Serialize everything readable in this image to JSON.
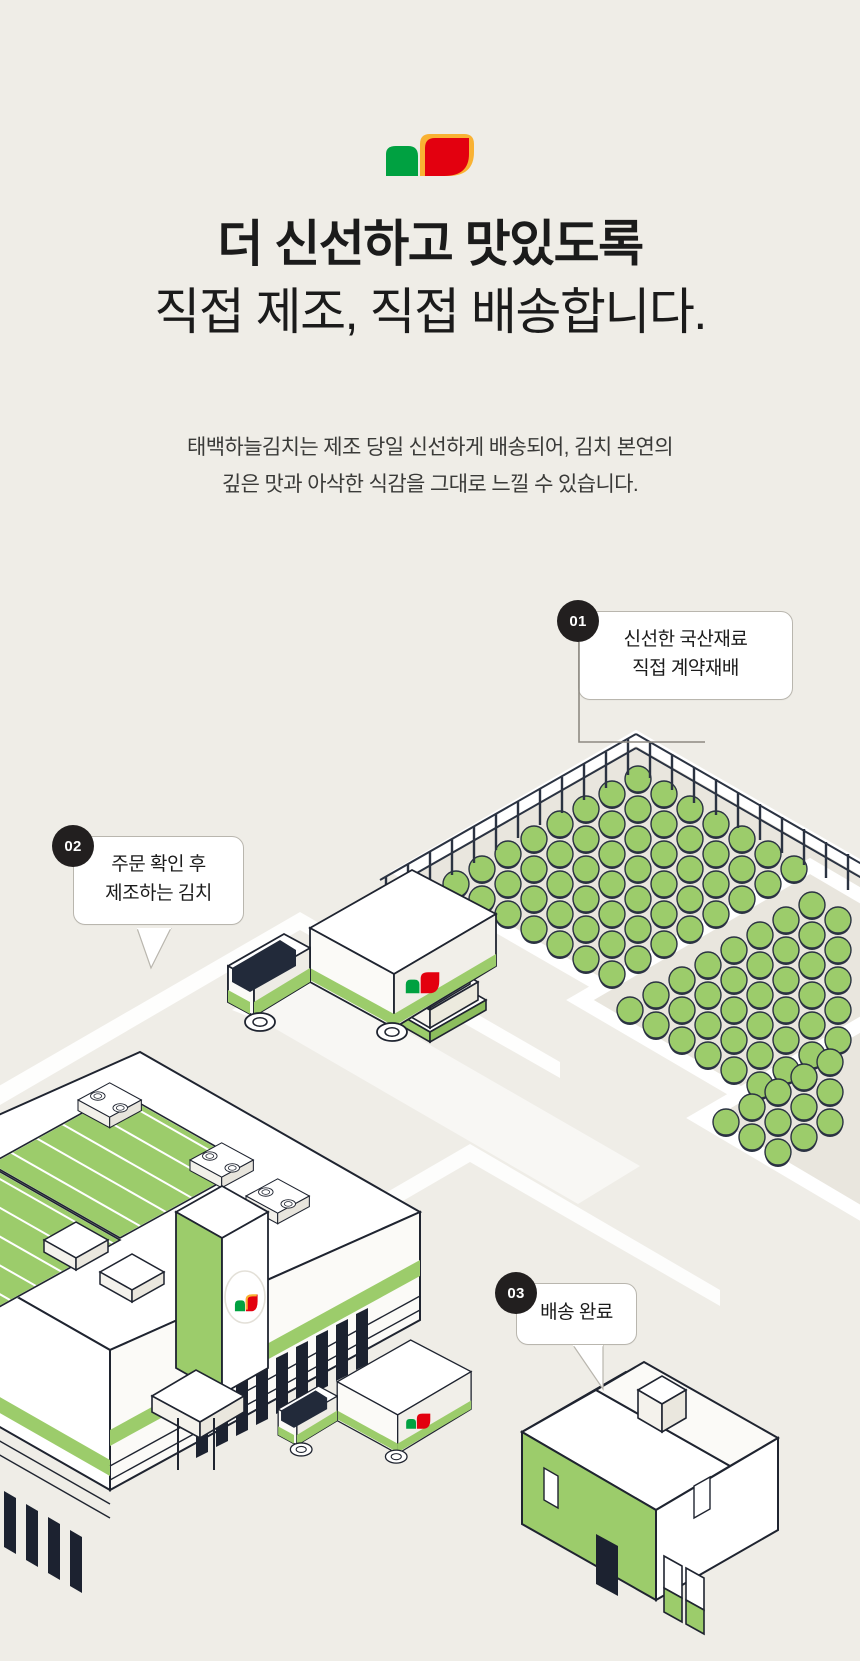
{
  "theme": {
    "background": "#efede7",
    "text_dark": "#1b1b1b",
    "text_body": "#3a3a38",
    "brand_green": "#00a141",
    "brand_red": "#e3000f",
    "brand_yellow": "#f9b233",
    "leaf_green": "#9ccc6b",
    "outline": "#1f2430",
    "bubble_border": "#b9b6ae",
    "badge_bg": "#221f1f"
  },
  "logo": {
    "name": "taebaek-haneul-kimchi-logo",
    "green_block": "#00a141",
    "red_leaf": "#e3000f",
    "yellow_outline": "#f9b233"
  },
  "headline": {
    "line1": "더 신선하고 맛있도록",
    "line2": "직접 제조, 직접 배송합니다."
  },
  "subcopy": {
    "line1": "태백하늘김치는 제조 당일 신선하게 배송되어, 김치 본연의",
    "line2": "깊은 맛과 아삭한 식감을 그대로 느낄 수 있습니다."
  },
  "callouts": [
    {
      "number": "01",
      "lines": [
        "신선한 국산재료",
        "직접 계약재배"
      ],
      "target": "cabbage-field"
    },
    {
      "number": "02",
      "lines": [
        "주문 확인 후",
        "제조하는 김치"
      ],
      "target": "factory"
    },
    {
      "number": "03",
      "lines": [
        "배송 완료"
      ],
      "target": "customer-house"
    }
  ],
  "illustration": {
    "type": "isometric-diagram",
    "scene_name": "kimchi-production-and-delivery-flow",
    "elements": [
      {
        "name": "cabbage-field",
        "label": "계약재배 배추밭",
        "plots": 3,
        "plant_color": "#9ccc6b"
      },
      {
        "name": "field-fence",
        "label": "밭 울타리"
      },
      {
        "name": "pallet-stack",
        "label": "적재 팔레트"
      },
      {
        "name": "delivery-truck-upper",
        "label": "원재료 운송 트럭"
      },
      {
        "name": "factory-building",
        "label": "김치 제조 공장"
      },
      {
        "name": "factory-sign",
        "label": "공장 로고 사인"
      },
      {
        "name": "rooftop-hvac-units",
        "label": "옥상 공조 설비",
        "count": 3
      },
      {
        "name": "rooftop-solar-panels",
        "label": "옥상 패널",
        "count": 3
      },
      {
        "name": "delivery-truck-lower",
        "label": "배송 트럭"
      },
      {
        "name": "customer-house",
        "label": "고객 주택"
      }
    ]
  }
}
